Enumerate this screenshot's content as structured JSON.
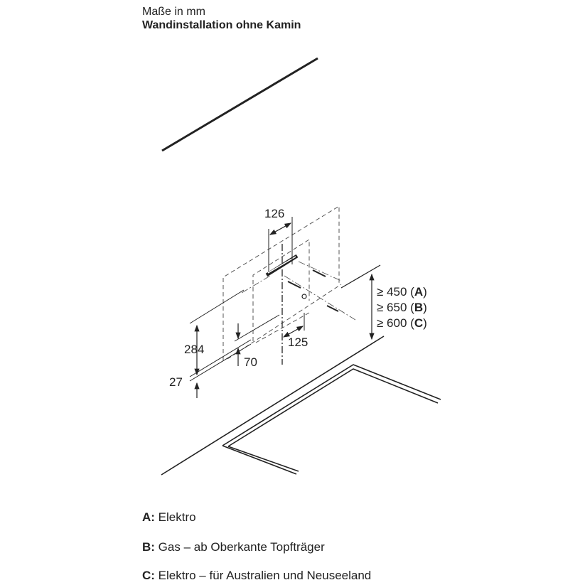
{
  "header": {
    "units": "Maße in mm",
    "title": "Wandinstallation ohne Kamin"
  },
  "dimensions": {
    "bracket_width": "126",
    "height_284": "284",
    "offset_27": "27",
    "offset_70": "70",
    "offset_125": "125"
  },
  "clearances": [
    {
      "prefix": "≥ 450 (",
      "key": "A",
      "suffix": ")"
    },
    {
      "prefix": "≥ 650 (",
      "key": "B",
      "suffix": ")"
    },
    {
      "prefix": "≥ 600 (",
      "key": "C",
      "suffix": ")"
    }
  ],
  "legend": [
    {
      "key": "A:",
      "text": " Elektro"
    },
    {
      "key": "B:",
      "text": " Gas – ab Oberkante Topfträger"
    },
    {
      "key": "C:",
      "text": " Elektro – für Australien und Neuseeland"
    }
  ]
}
